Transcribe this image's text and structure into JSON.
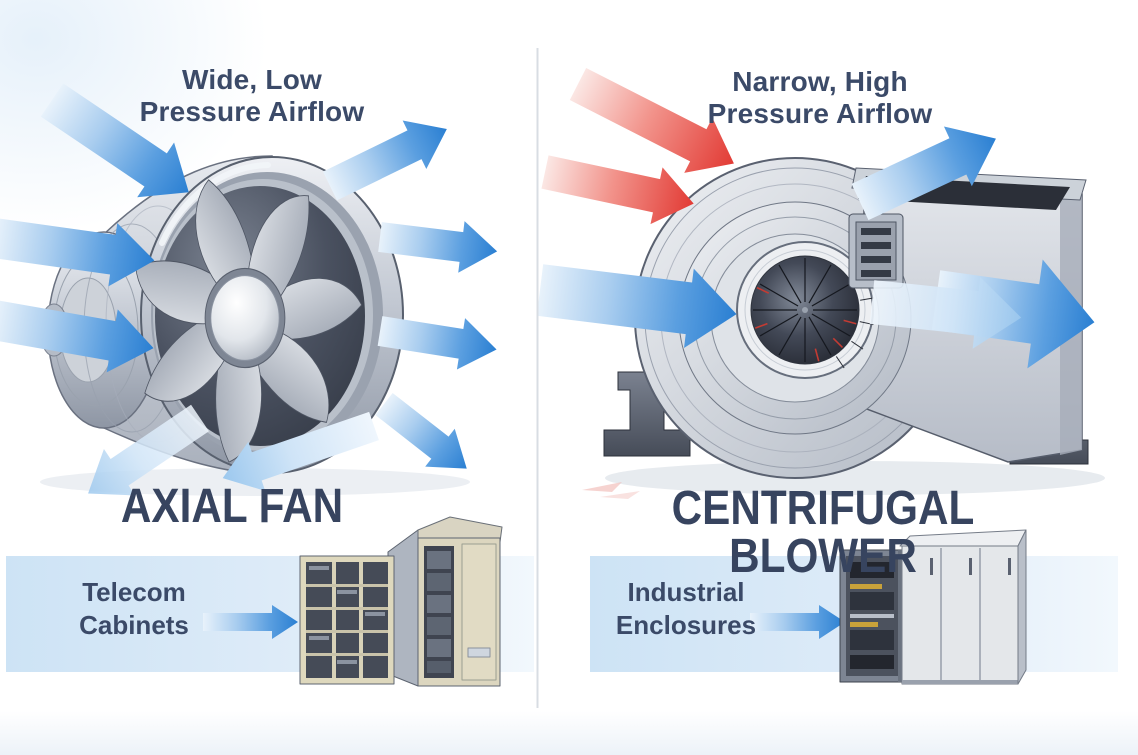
{
  "diagram": {
    "left": {
      "airflow_line1": "Wide, Low",
      "airflow_line2": "Pressure Airflow",
      "airflow_type": "wide-low-pressure",
      "title": "AXIAL FAN",
      "application_line1": "Telecom",
      "application_line2": "Cabinets"
    },
    "right": {
      "airflow_line1": "Narrow, High",
      "airflow_line2": "Pressure Airflow",
      "airflow_type": "narrow-high-pressure",
      "title": "CENTRIFUGAL BLOWER",
      "application_line1": "Industrial",
      "application_line2": "Enclosures"
    },
    "colors": {
      "text_navy": "#3b4a68",
      "title_navy": "#37445f",
      "arrow_blue": "#2a7fd2",
      "arrow_blue_light": "#e8f2fb",
      "arrow_red": "#e23b35",
      "arrow_red_light": "#fbe7e4",
      "band_blue": "#cde3f5",
      "metal_light": "#eef0f4",
      "metal_mid": "#aab1bc",
      "metal_dark": "#4a5160",
      "cabinet_beige": "#ded8bd",
      "divider": "#d8dde3"
    }
  }
}
